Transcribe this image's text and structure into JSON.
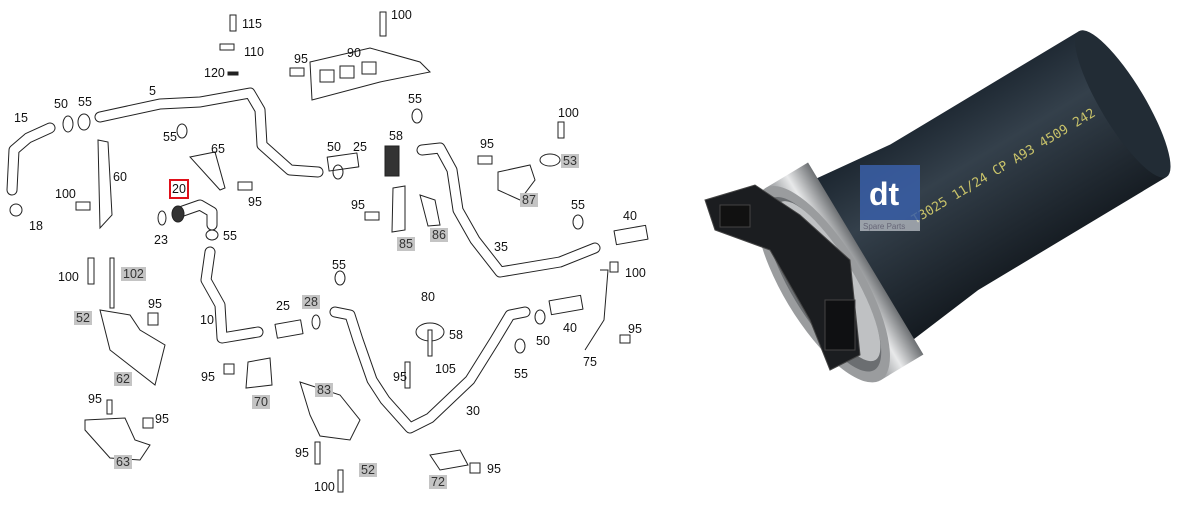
{
  "diagram": {
    "labels": [
      "115",
      "110",
      "120",
      "95",
      "90",
      "100",
      "5",
      "50",
      "55",
      "15",
      "55",
      "100",
      "55",
      "65",
      "50",
      "25",
      "58",
      "95",
      "53",
      "60",
      "87",
      "20",
      "100",
      "95",
      "18",
      "23",
      "55",
      "95",
      "85",
      "86",
      "55",
      "40",
      "35",
      "100",
      "102",
      "95",
      "55",
      "100",
      "25",
      "28",
      "80",
      "10",
      "58",
      "52",
      "40",
      "95",
      "50",
      "75",
      "62",
      "95",
      "95",
      "105",
      "55",
      "70",
      "83",
      "30",
      "95",
      "95",
      "63",
      "95",
      "52",
      "95",
      "72",
      "100"
    ],
    "selected_part": "20",
    "highlight_color": "#e0101a",
    "reference_color": "#c4c4c4"
  },
  "photo": {
    "hose_marking": "T3025  11/24  CP  A93 4509 242",
    "logo_text": "dt",
    "logo_subtext": "Spare Parts",
    "logo_color": "#3a5fa8"
  }
}
